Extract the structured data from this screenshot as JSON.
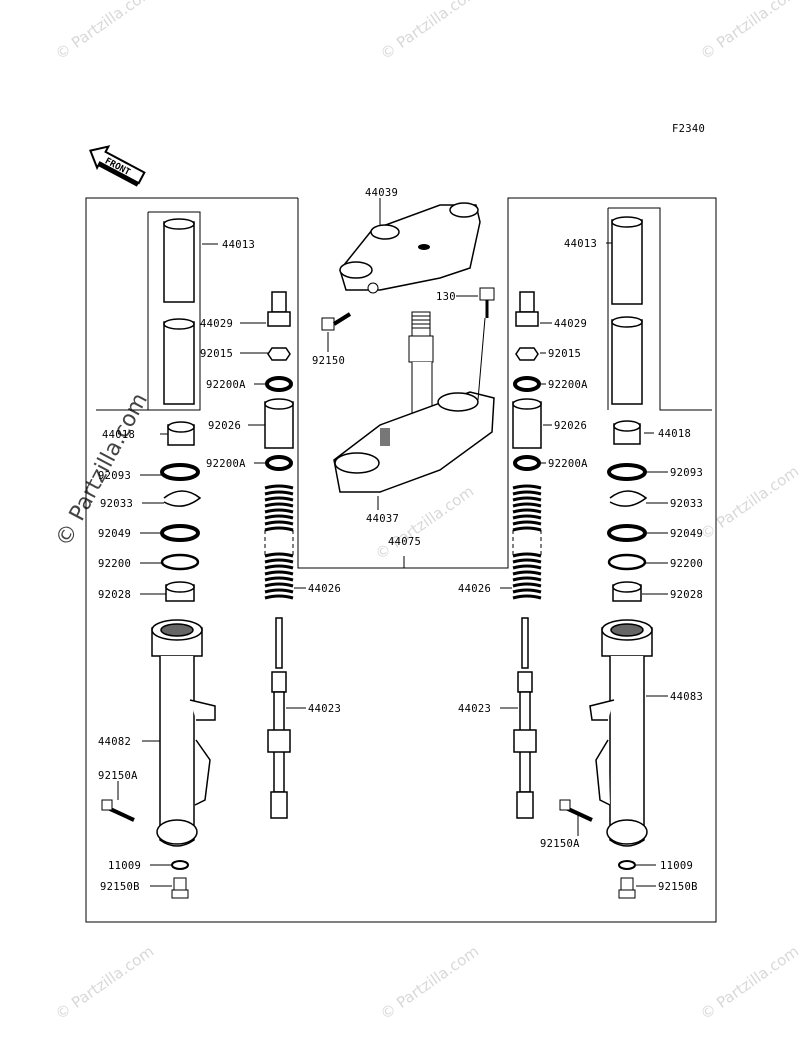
{
  "diagram": {
    "code": "F2340",
    "front_label": "FRONT",
    "watermark": "© Partzilla.com",
    "parts": {
      "p44039": "44039",
      "p130": "130",
      "p92150": "92150",
      "p44037": "44037",
      "p44075": "44075",
      "L44013": "44013",
      "L44018": "44018",
      "L92093": "92093",
      "L92033": "92033",
      "L92049": "92049",
      "L92200": "92200",
      "L92028": "92028",
      "L44082": "44082",
      "L92150A": "92150A",
      "L11009": "11009",
      "L92150B": "92150B",
      "Lc44029": "44029",
      "Lc92015": "92015",
      "Lc92200A1": "92200A",
      "Lc92026": "92026",
      "Lc92200A2": "92200A",
      "Lc44026": "44026",
      "Lc44023": "44023",
      "R44013": "44013",
      "R44018": "44018",
      "R92093": "92093",
      "R92033": "92033",
      "R92049": "92049",
      "R92200": "92200",
      "R92028": "92028",
      "R44083": "44083",
      "R92150A": "92150A",
      "R11009": "11009",
      "R92150B": "92150B",
      "Rc44029": "44029",
      "Rc92015": "92015",
      "Rc92200A1": "92200A",
      "Rc92026": "92026",
      "Rc92200A2": "92200A",
      "Rc44026": "44026",
      "Rc44023": "44023"
    }
  }
}
